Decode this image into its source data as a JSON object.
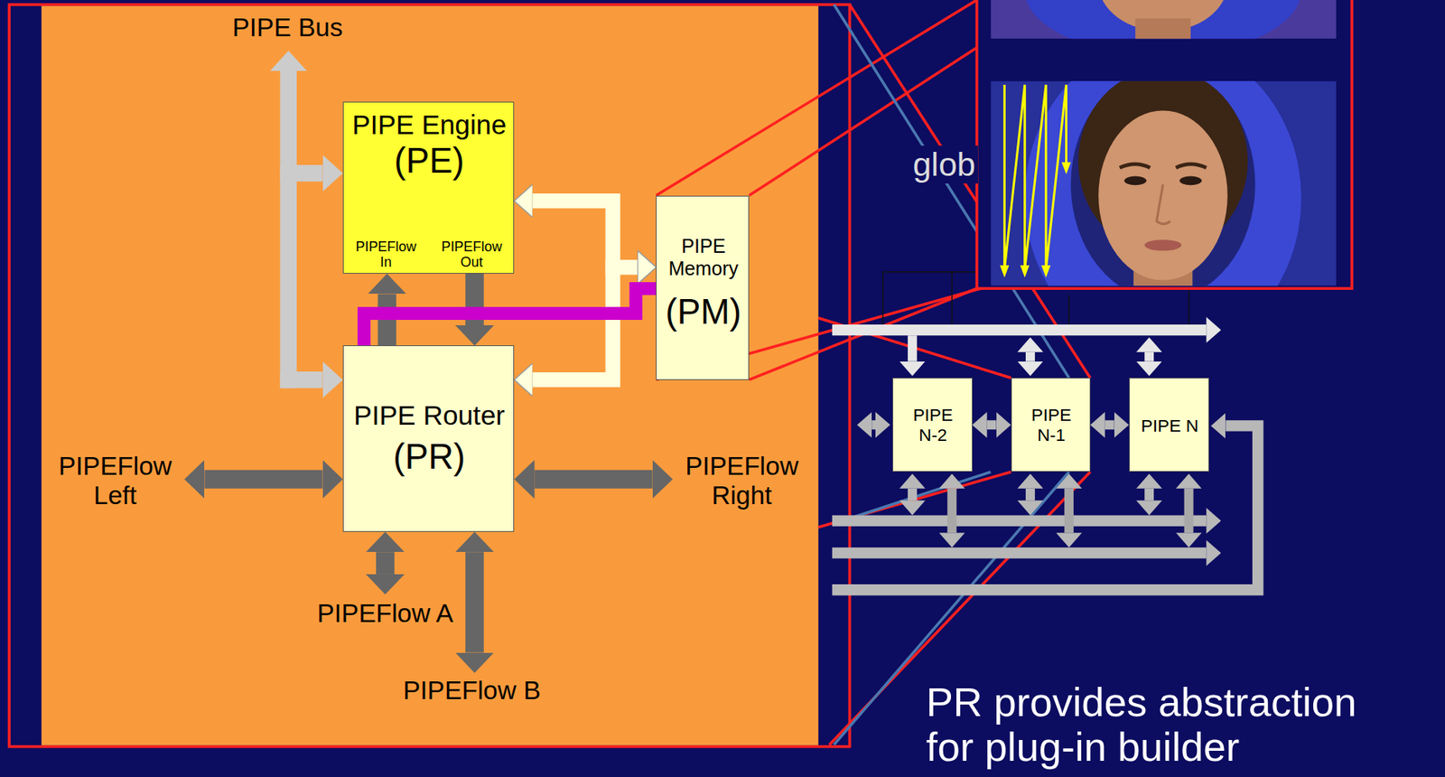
{
  "diagram": {
    "nodes": [
      {
        "text": [
          "PIPE Engine",
          "(PE)",
          "PIPEFlow In",
          "PIPEFlow Out"
        ]
      },
      {
        "text": [
          "PIPE Memory",
          "(PM)"
        ]
      },
      {
        "text": [
          "PIPE Router",
          "(PR)"
        ]
      },
      {
        "text": [
          "PIPE N-2"
        ]
      },
      {
        "text": [
          "PIPE N-1"
        ]
      },
      {
        "text": [
          "PIPE N"
        ]
      }
    ],
    "edges": [
      {
        "from": 2,
        "to": 0,
        "arrow": "to"
      },
      {
        "from": 0,
        "to": 2,
        "arrow": "to"
      },
      {
        "from": 0,
        "to": 1,
        "arrow": "both"
      },
      {
        "from": 2,
        "to": 1,
        "arrow": "both"
      },
      {
        "from": 2,
        "to": 1,
        "arrow": "none"
      },
      {
        "from": 3,
        "to": 4,
        "arrow": "both"
      },
      {
        "from": 4,
        "to": 5,
        "arrow": "both"
      }
    ],
    "labels": [
      "PIPE Bus",
      "PIPEFlow Left",
      "PIPEFlow Right",
      "PIPEFlow A",
      "PIPEFlow B",
      "glob",
      "PR provides abstraction for plug-in builder"
    ]
  }
}
